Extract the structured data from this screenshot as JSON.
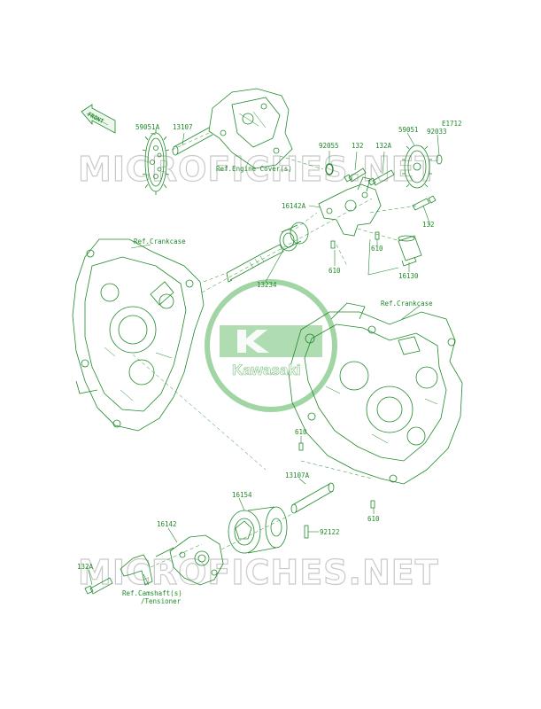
{
  "diagram_code": "E1712",
  "front_badge": "FRONT",
  "brand_logo": "Kawasaki",
  "watermark": "MICROFICHES.NET",
  "colors": {
    "line": "#1f8a2a",
    "watermark": "#c9c9c9",
    "logo": "#6fbf73"
  },
  "parts": {
    "p59051A": "59051A",
    "p13107": "13107",
    "ref_engine_cover": "Ref.Engine Cover(s)",
    "p92055": "92055",
    "p132_top": "132",
    "p132A_top": "132A",
    "p59051": "59051",
    "p92033": "92033",
    "p16142A": "16142A",
    "p132_right": "132",
    "ref_crankcase_left": "Ref.Crankcase",
    "p610_a": "610",
    "p610_b": "610",
    "p16130": "16130",
    "p13234": "13234",
    "ref_crankcase_right": "Ref.Crankcase",
    "p610_c": "610",
    "p13107A": "13107A",
    "p16154": "16154",
    "p16142": "16142",
    "p610_d": "610",
    "p92122": "92122",
    "p132A_bottom": "132A",
    "ref_camshaft_l1": "Ref.Camshaft(s)",
    "ref_camshaft_l2": "/Tensioner"
  }
}
